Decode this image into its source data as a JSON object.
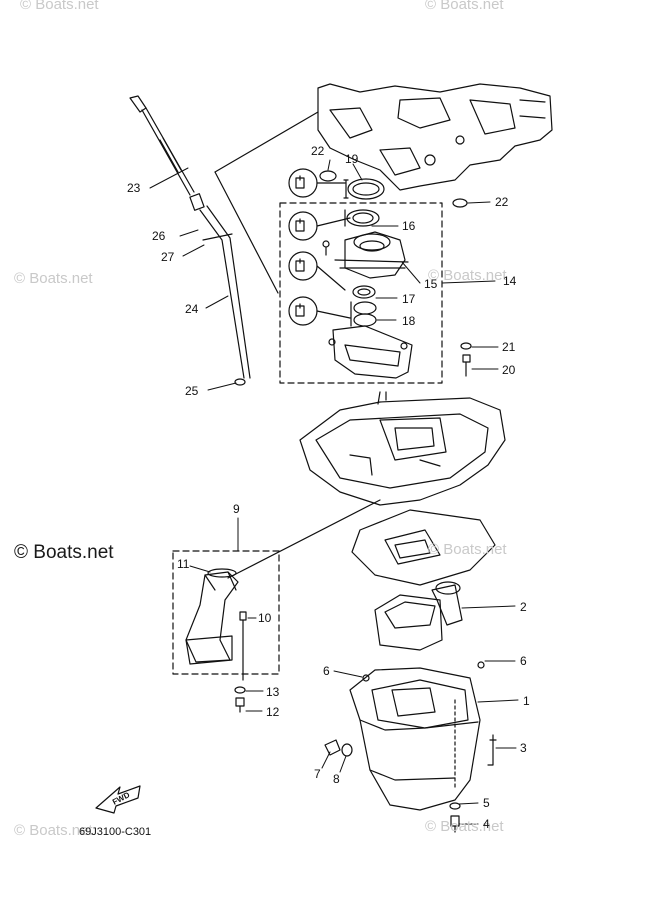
{
  "watermarks": {
    "faint": "© Boats.net",
    "bold": "© Boats.net"
  },
  "drawing_code": "69J3100-C301",
  "fwd_label": "FWD",
  "callouts": [
    "1",
    "2",
    "3",
    "4",
    "5",
    "6",
    "7",
    "8",
    "9",
    "10",
    "11",
    "12",
    "13",
    "14",
    "15",
    "16",
    "17",
    "18",
    "19",
    "20",
    "21",
    "22",
    "23",
    "24",
    "25",
    "26",
    "27"
  ],
  "colors": {
    "line": "#111111",
    "watermark": "#c9c9c9"
  }
}
